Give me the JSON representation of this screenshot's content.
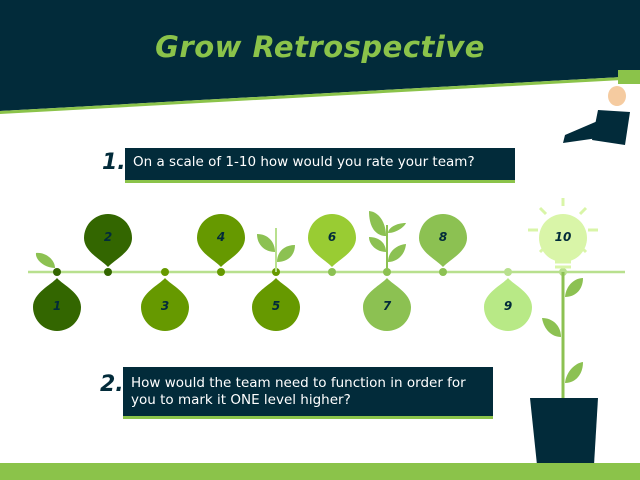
{
  "header": {
    "title": "Grow Retrospective"
  },
  "questions": [
    {
      "number": "1.",
      "text": "On a scale of 1-10 how would you rate your team?"
    },
    {
      "number": "2.",
      "text": "How would the team need to function in order for you to mark it ONE level higher?"
    }
  ],
  "scale": {
    "labels": [
      "1",
      "2",
      "3",
      "4",
      "5",
      "6",
      "7",
      "8",
      "9",
      "10"
    ],
    "colors": [
      "#336600",
      "#336600",
      "#669900",
      "#669900",
      "#669900",
      "#99cc33",
      "#8cc152",
      "#8cc152",
      "#b8e986",
      "#d9f5a8"
    ]
  },
  "colors": {
    "dark": "#022b3a",
    "accent": "#8bc34a"
  }
}
